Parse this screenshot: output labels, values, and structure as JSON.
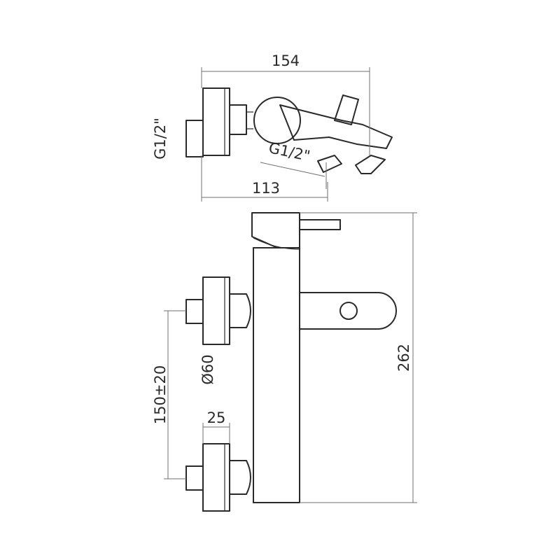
{
  "dimensions": {
    "overall_width": "154",
    "thread_inlet": "G1/2\"",
    "thread_outlet": "G1/2\"",
    "outlet_offset": "113",
    "inlet_spacing": "150±20",
    "eccentric_diameter": "Ø60",
    "eccentric_depth": "25",
    "overall_height": "262"
  },
  "colors": {
    "line": "#2a2a2a",
    "dimension_line": "#6f6f6f",
    "background": "#ffffff"
  }
}
